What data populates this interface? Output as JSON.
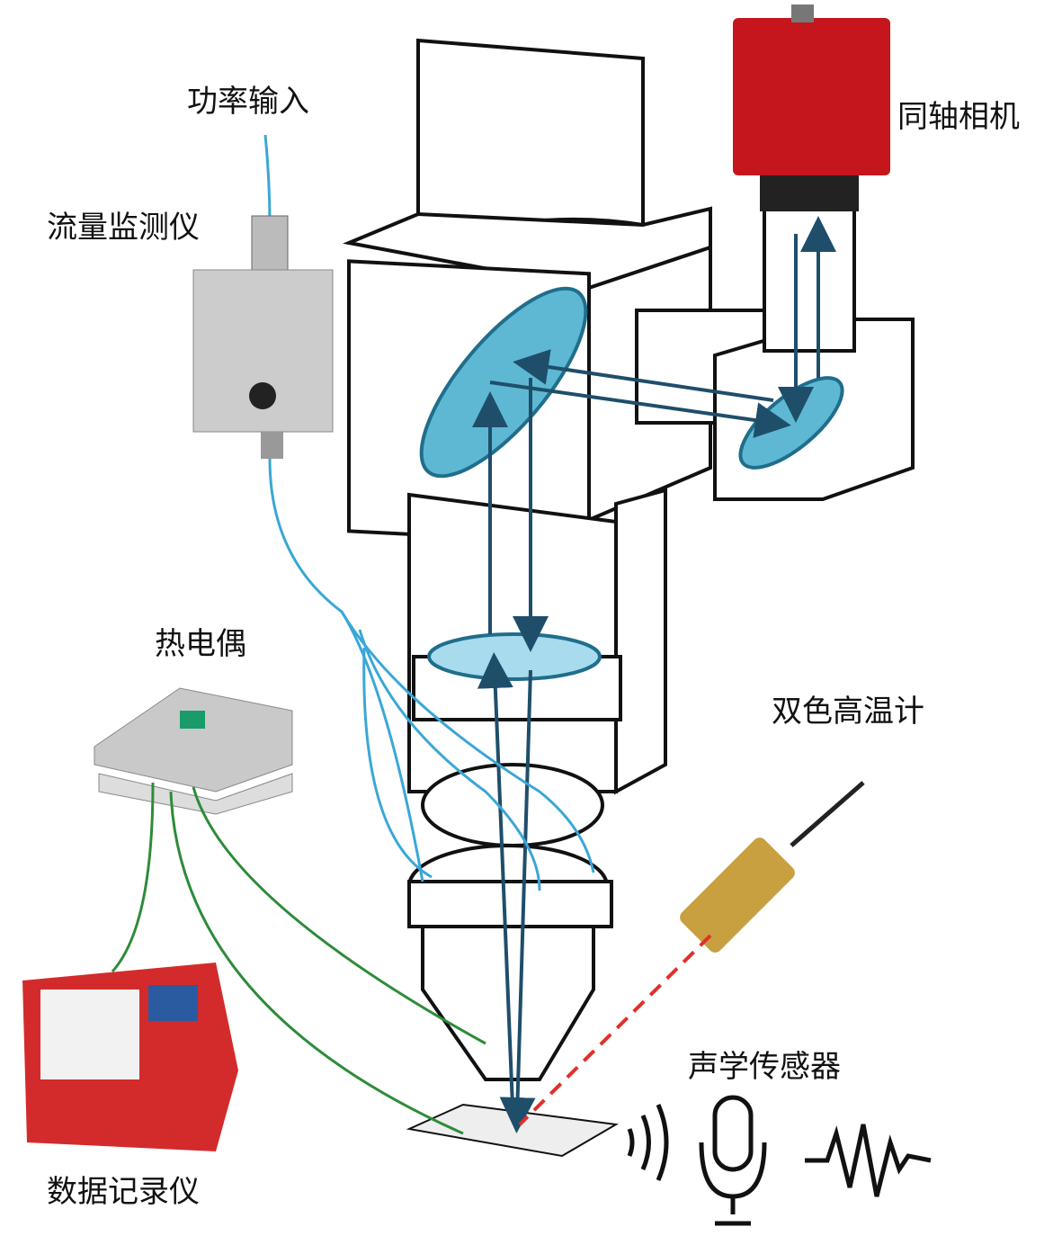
{
  "labels": {
    "power_input": "功率输入",
    "flow_monitor": "流量监测仪",
    "coaxial_camera": "同轴相机",
    "thermocouple": "热电偶",
    "two_color_pyrometer": "双色高温计",
    "acoustic_sensor": "声学传感器",
    "data_logger": "数据记录仪"
  },
  "colors": {
    "outline": "#111111",
    "lens": "#5fb8d3",
    "beam_arrow": "#1f4e6b",
    "cooling_line": "#3aa7d6",
    "thermocouple_wire": "#2e8b3a",
    "pyrometer_beam": "#e0302a",
    "camera_body": "#c4161c",
    "data_logger_body": "#d32b2b"
  }
}
